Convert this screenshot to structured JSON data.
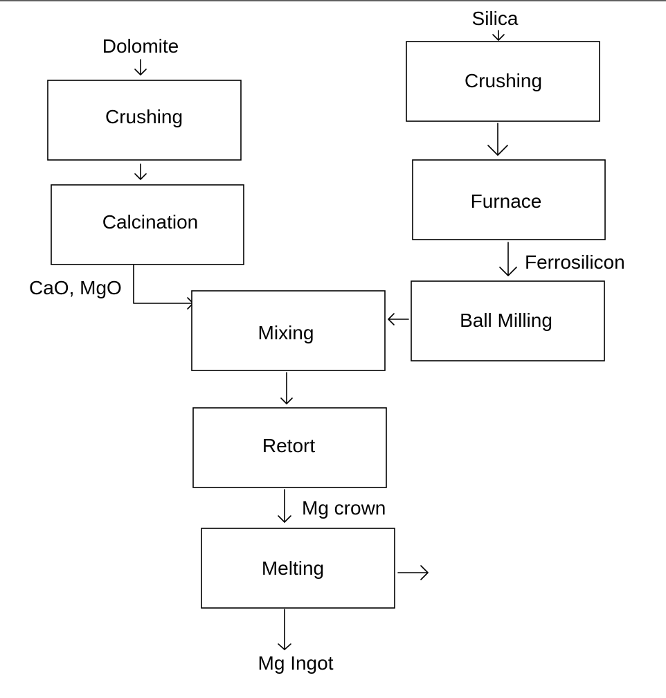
{
  "inputs": {
    "dolomite": "Dolomite",
    "silica": "Silica"
  },
  "steps": {
    "crushing_left": "Crushing",
    "calcination": "Calcination",
    "crushing_right": "Crushing",
    "furnace": "Furnace",
    "ball_milling": "Ball Milling",
    "mixing": "Mixing",
    "retort": "Retort",
    "melting": "Melting"
  },
  "flows": {
    "cao_mgo": "CaO, MgO",
    "ferrosilicon": "Ferrosilicon",
    "mg_crown": "Mg crown"
  },
  "outputs": {
    "mg_ingot": "Mg Ingot"
  }
}
